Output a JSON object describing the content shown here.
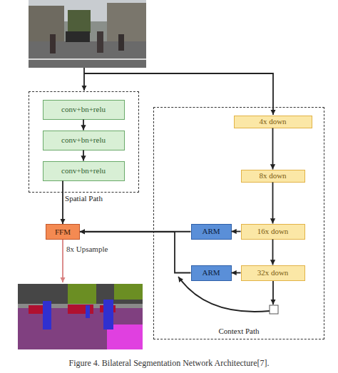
{
  "diagram": {
    "caption": "Figure 4. Bilateral Segmentation Network Architecture[7].",
    "nodes": [
      {
        "text": [
          "Spatial Path"
        ]
      },
      {
        "text": [
          "conv+bn+relu"
        ],
        "in": 0
      },
      {
        "text": [
          "conv+bn+relu"
        ],
        "in": 0
      },
      {
        "text": [
          "conv+bn+relu"
        ],
        "in": 0
      },
      {
        "text": [
          "Context Path"
        ]
      },
      {
        "text": [
          "4x down"
        ],
        "in": 4
      },
      {
        "text": [
          "8x down"
        ],
        "in": 4
      },
      {
        "text": [
          "FFM"
        ]
      },
      {
        "text": [
          "ARM"
        ],
        "in": 4
      },
      {
        "text": [
          "16x down"
        ],
        "in": 4
      },
      {
        "text": [
          "ARM"
        ],
        "in": 4
      },
      {
        "text": [
          "32x down"
        ],
        "in": 4
      }
    ],
    "edges": [
      {
        "from": 1,
        "to": 2,
        "arrow": "to"
      },
      {
        "from": 2,
        "to": 3,
        "arrow": "to"
      },
      {
        "from": 3,
        "to": 7,
        "arrow": "to"
      },
      {
        "from": 5,
        "to": 6,
        "arrow": "to"
      },
      {
        "from": 6,
        "to": 9,
        "arrow": "to"
      },
      {
        "from": 9,
        "to": 11,
        "arrow": "to"
      },
      {
        "from": 9,
        "to": 8,
        "arrow": "to"
      },
      {
        "from": 8,
        "to": 7,
        "arrow": "to"
      },
      {
        "from": 11,
        "to": 10,
        "arrow": "to"
      },
      {
        "from": 10,
        "to": 7,
        "arrow": "to"
      }
    ],
    "labels": [
      "8x Upsample"
    ]
  }
}
